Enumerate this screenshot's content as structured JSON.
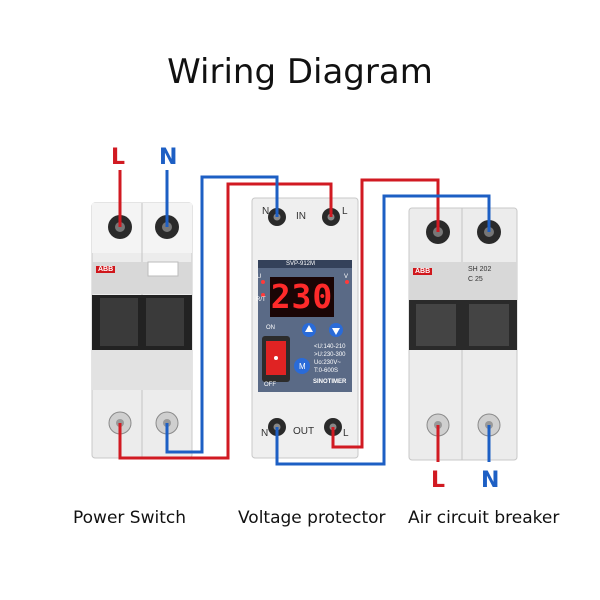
{
  "title": "Wiring Diagram",
  "captions": {
    "power_switch": "Power Switch",
    "voltage_protector": "Voltage protector",
    "air_breaker": "Air circuit breaker"
  },
  "wire_labels": {
    "input_l": "L",
    "input_n": "N",
    "output_l": "L",
    "output_n": "N"
  },
  "protector": {
    "model": "SVP-912M",
    "display_value": "230",
    "in_label": "IN",
    "out_label": "OUT",
    "n_in": "N",
    "l_in": "L",
    "n_out": "N",
    "l_out": "L",
    "on_label": "ON",
    "off_label": "OFF",
    "mode_label": "M",
    "spec_lines": [
      "<U:140-210",
      ">U:230-300",
      "Uo:230V~",
      "T:0-600S"
    ],
    "brand": "SINOTIMER",
    "led_left_top": "U",
    "led_left_bottom": "R/T",
    "led_right_top": "V"
  },
  "power_switch_brand": "ABB",
  "air_breaker": {
    "brand": "ABB",
    "model_line": "SH 202",
    "rating": "C 25"
  },
  "colors": {
    "live": "#d11a22",
    "neutral": "#1d5fc4",
    "title": "#111111",
    "display_text": "#ff2a2a"
  }
}
